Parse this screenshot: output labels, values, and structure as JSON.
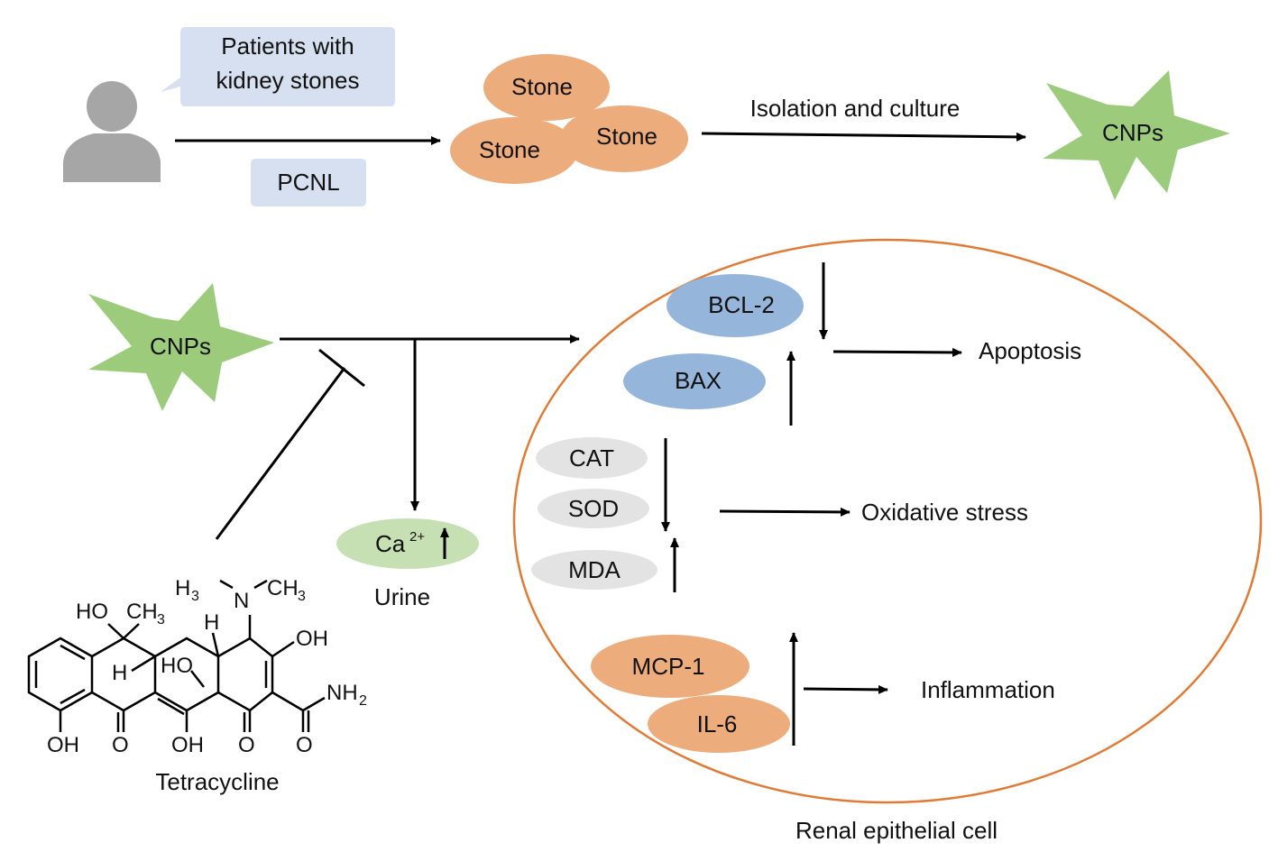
{
  "patient": {
    "speech": [
      "Patients with",
      "kidney stones"
    ],
    "procedure": "PCNL"
  },
  "stones": [
    "Stone",
    "Stone",
    "Stone"
  ],
  "isolation_label": "Isolation and culture",
  "cnps_label": "CNPs",
  "urine": {
    "ion": "Ca",
    "charge": "2+",
    "label": "Urine"
  },
  "drug": {
    "name": "Tetracycline",
    "atoms": {
      "ho_top": "HO",
      "ch3_top": "CH",
      "h3c": "H",
      "ch3_n": "CH",
      "n": "N",
      "h_mid": "H",
      "h_left": "H",
      "ho_mid": "HO",
      "oh_right": "OH",
      "nh2": "NH",
      "oh_bl": "OH",
      "o1": "O",
      "oh_b": "OH",
      "o2": "O",
      "o3": "O",
      "sub3": "3",
      "sub2": "2"
    }
  },
  "cell": {
    "label": "Renal epithelial cell",
    "apoptosis": {
      "markers": [
        "BCL-2",
        "BAX"
      ],
      "outcome": "Apoptosis"
    },
    "oxidative": {
      "markers": [
        "CAT",
        "SOD",
        "MDA"
      ],
      "outcome": "Oxidative stress"
    },
    "inflammation": {
      "markers": [
        "MCP-1",
        "IL-6"
      ],
      "outcome": "Inflammation"
    }
  },
  "colors": {
    "speech_box": "#d6e0f0",
    "stone": "#edac7c",
    "starburst": "#9ccb7c",
    "cell_outline": "#e07b35",
    "blue_marker": "#95b6da",
    "grey_marker": "#e3e3e3",
    "orange_marker": "#edac7c",
    "urine_ellipse": "#c6e0b4",
    "person": "#a6a6a6"
  }
}
